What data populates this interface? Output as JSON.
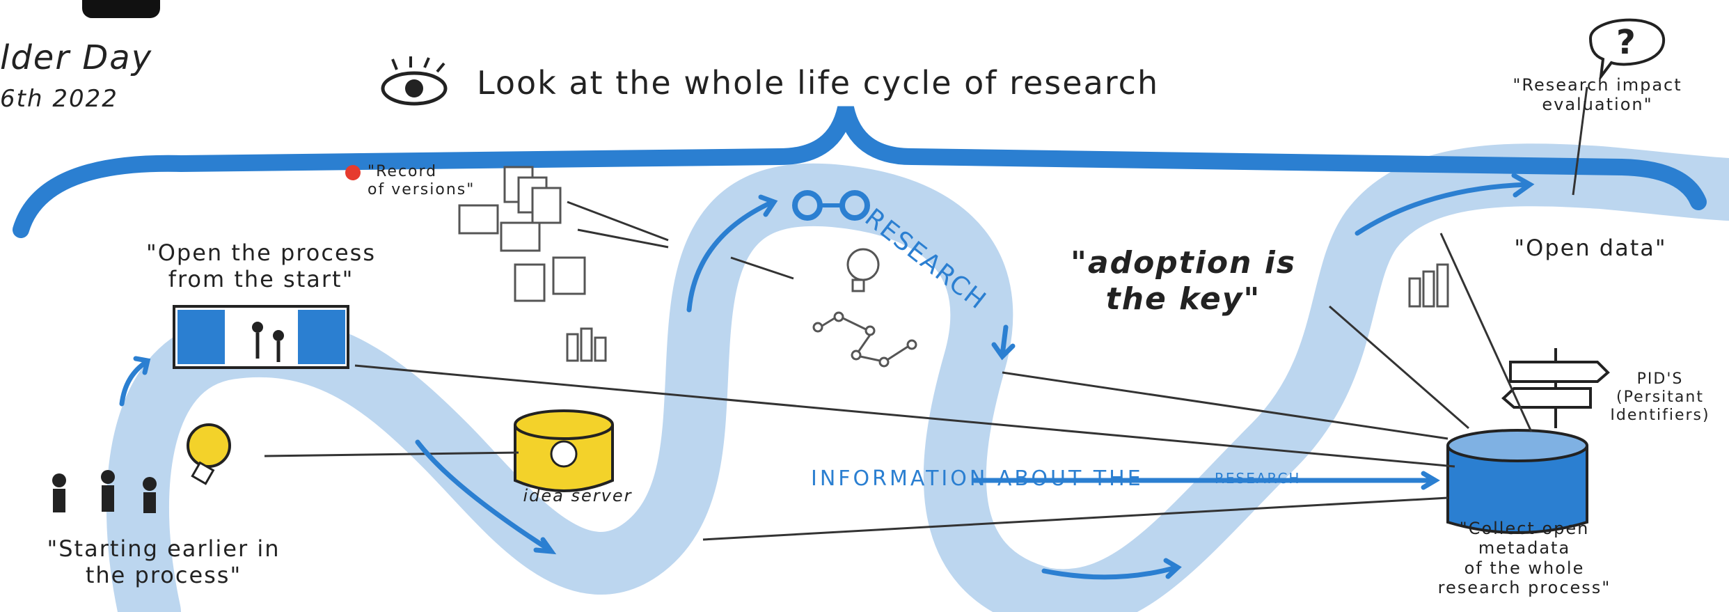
{
  "header": {
    "date_title": "lder Day",
    "date_line": "6th 2022",
    "main_title": "Look at the whole life cycle of research"
  },
  "labels": {
    "impact": "\"Research impact\nevaluation\"",
    "record": "\"Record\nof versions\"",
    "open_process": "\"Open the process\nfrom the start\"",
    "research": "RESEARCH",
    "adoption": "\"adoption is\nthe key\"",
    "open_data": "\"Open data\"",
    "pids": "PID'S\n(Persitant\nIdentifiers)",
    "idea_server": "idea server",
    "information": "INFORMATION ABOUT THE",
    "information_end": "RESEARCH",
    "starting": "\"Starting earlier in\nthe process\"",
    "collect": "\"Collect open\nmetadata\nof the whole\nresearch process\""
  },
  "colors": {
    "river": "#bcd6ef",
    "accent": "#2b7fd1",
    "ink": "#222222",
    "bulb": "#f3d22a",
    "door": "#2b7fd1",
    "alert_dot": "#e63b2e"
  }
}
